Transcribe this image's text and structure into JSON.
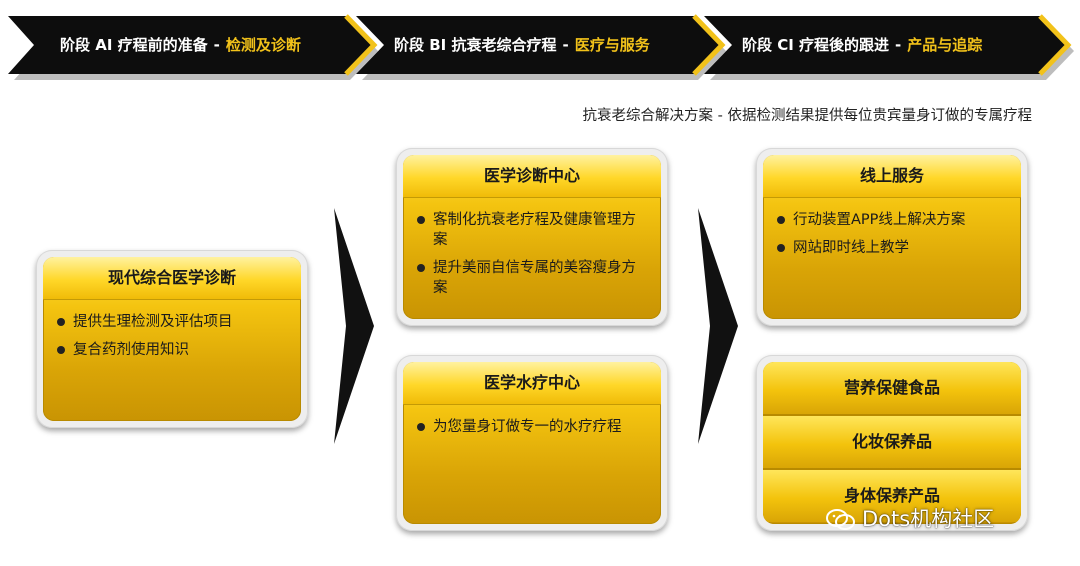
{
  "stages": [
    {
      "prefix": "阶段 AI 疗程前的准备",
      "highlight": "检测及诊断"
    },
    {
      "prefix": "阶段 BI 抗衰老综合疗程",
      "highlight": "医疗与服务"
    },
    {
      "prefix": "阶段 CI 疗程後的跟进",
      "highlight": "产品与追踪"
    }
  ],
  "subtitle": "抗衰老综合解决方案 - 依据检测结果提供每位贵宾量身订做的专属疗程",
  "diagnosis": {
    "title": "现代综合医学诊断",
    "items": [
      "提供生理检测及评估项目",
      "复合药剂使用知识"
    ]
  },
  "center_medical": {
    "title": "医学诊断中心",
    "items": [
      "客制化抗衰老疗程及健康管理方案",
      "提升美丽自信专属的美容瘦身方案"
    ]
  },
  "center_hydro": {
    "title": "医学水疗中心",
    "items": [
      "为您量身订做专一的水疗疗程"
    ]
  },
  "online": {
    "title": "线上服务",
    "items": [
      "行动装置APP线上解决方案",
      "网站即时线上教学"
    ]
  },
  "products": [
    "营养保健食品",
    "化妆保养品",
    "身体保养产品"
  ],
  "watermark": "Dots机构社区",
  "colors": {
    "accent": "#f2c21a",
    "band": "#0d0d0d",
    "card": "#f4c410"
  }
}
